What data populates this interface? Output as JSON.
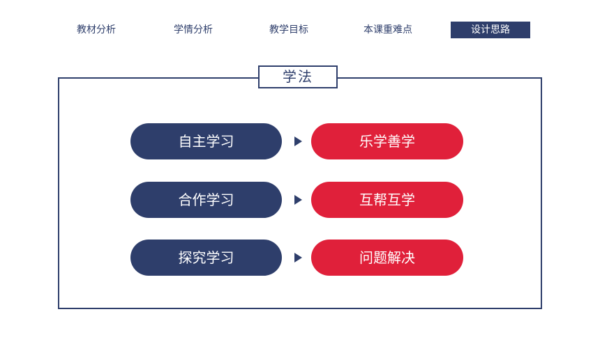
{
  "nav": {
    "items": [
      {
        "label": "教材分析",
        "active": false
      },
      {
        "label": "学情分析",
        "active": false
      },
      {
        "label": "教学目标",
        "active": false
      },
      {
        "label": "本课重难点",
        "active": false
      },
      {
        "label": "设计思路",
        "active": true
      }
    ]
  },
  "section": {
    "title": "学法"
  },
  "rows": [
    {
      "method": "自主学习",
      "result": "乐学善学"
    },
    {
      "method": "合作学习",
      "result": "互帮互学"
    },
    {
      "method": "探究学习",
      "result": "问题解决"
    }
  ],
  "colors": {
    "navy": "#2e3e6b",
    "red": "#e0203a",
    "background": "#ffffff"
  },
  "icons": {
    "arrow": "triangle-right-icon"
  }
}
